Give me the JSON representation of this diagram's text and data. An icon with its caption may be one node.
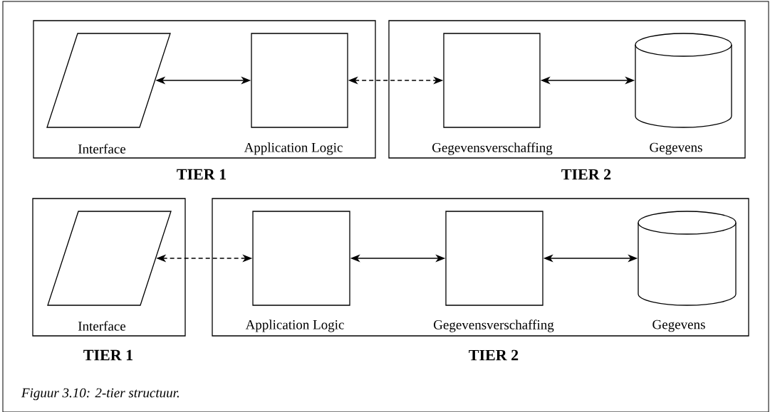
{
  "diagram": {
    "caption": "Figuur 3.10: 2-tier structuur.",
    "nodes": [
      {
        "text": [
          "TIER 1"
        ]
      },
      {
        "text": [
          "Interface"
        ],
        "in": 0
      },
      {
        "text": [
          "Application Logic"
        ],
        "in": 0
      },
      {
        "text": [
          "TIER 2"
        ]
      },
      {
        "text": [
          "Gegevensverschaffing"
        ],
        "in": 3
      },
      {
        "text": [
          "Gegevens"
        ],
        "in": 3
      },
      {
        "text": [
          "TIER 1"
        ]
      },
      {
        "text": [
          "Interface"
        ],
        "in": 6
      },
      {
        "text": [
          "TIER 2"
        ]
      },
      {
        "text": [
          "Application Logic"
        ],
        "in": 8
      },
      {
        "text": [
          "Gegevensverschaffing"
        ],
        "in": 8
      },
      {
        "text": [
          "Gegevens"
        ],
        "in": 8
      }
    ],
    "edges": [
      {
        "from": 1,
        "to": 2,
        "arrow": "both"
      },
      {
        "from": 2,
        "to": 4,
        "arrow": "both",
        "style": "dashed"
      },
      {
        "from": 4,
        "to": 5,
        "arrow": "both"
      },
      {
        "from": 7,
        "to": 9,
        "arrow": "both",
        "style": "dashed"
      },
      {
        "from": 9,
        "to": 10,
        "arrow": "both"
      },
      {
        "from": 10,
        "to": 11,
        "arrow": "both"
      }
    ]
  }
}
